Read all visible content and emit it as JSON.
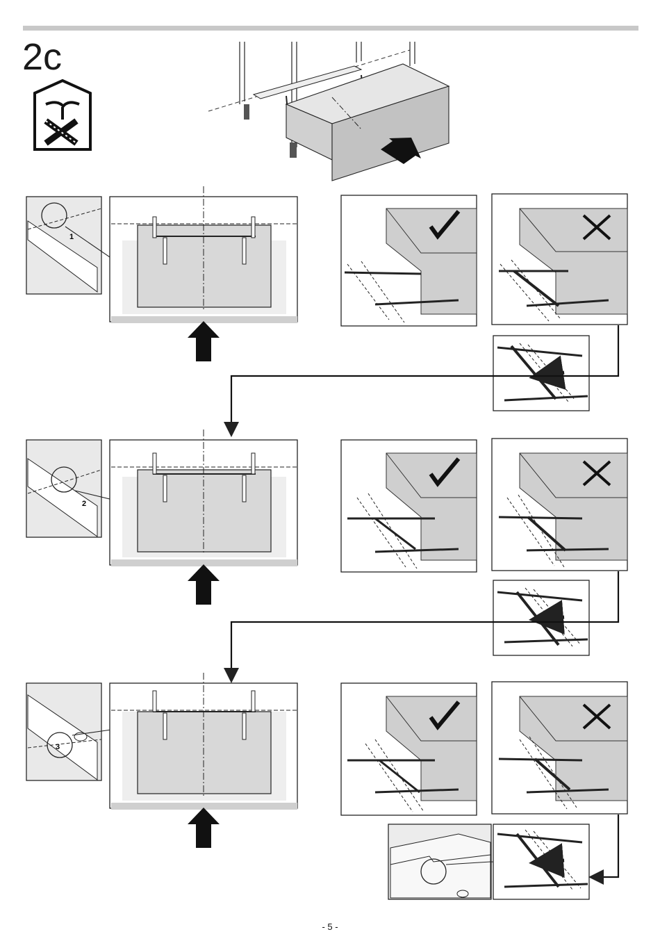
{
  "page": {
    "step_label": "2c",
    "page_number": "- 5 -"
  },
  "icons": {
    "header_icon": "no-tools-house-icon",
    "correct": "checkmark-icon",
    "incorrect": "cross-icon",
    "push": "up-arrow-icon"
  },
  "rows": [
    {
      "detail_number": "1"
    },
    {
      "detail_number": "2"
    },
    {
      "detail_number": "3"
    }
  ],
  "colors": {
    "line": "#222222",
    "drawer_grey": "#d9d9d9",
    "cabinet_grey": "#bdbdbd"
  }
}
